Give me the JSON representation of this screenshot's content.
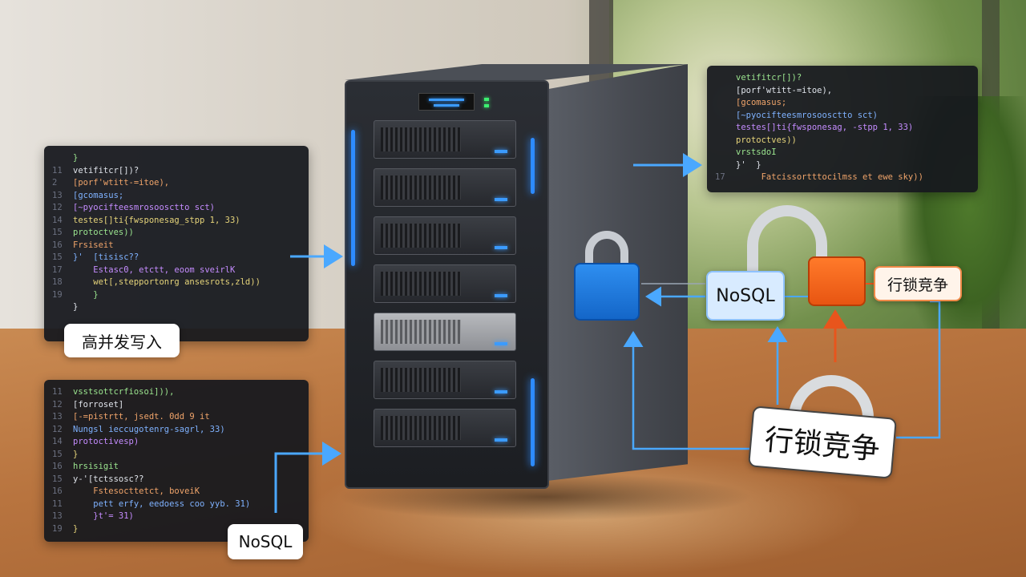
{
  "labels": {
    "high_concurrency": "高并发写入",
    "nosql_bottom": "NoSQL",
    "nosql_center": "NoSQL",
    "row_lock_small": "行锁竞争",
    "row_lock_large": "行锁竞争"
  },
  "code_top_right": [
    {
      "ln": "",
      "text": "vetifitcr[])?"
    },
    {
      "ln": "",
      "text": "[porf'wtitt-=itoe),"
    },
    {
      "ln": "",
      "text": "[gcomasus;"
    },
    {
      "ln": "",
      "text": "[~pyocifteesmrosoosctto sct)"
    },
    {
      "ln": "",
      "text": "testes[]ti{fwsponesag, -stpp 1, 33)"
    },
    {
      "ln": "",
      "text": "protoctves))"
    },
    {
      "ln": "",
      "text": "vrstsdoI"
    },
    {
      "ln": "",
      "text": "}'  }"
    },
    {
      "ln": "17",
      "text": "     Fatcissortttocilmss et ewe sky))"
    }
  ],
  "code_left": [
    {
      "ln": "",
      "text": "}"
    },
    {
      "ln": "11",
      "text": "vetifitcr[])?"
    },
    {
      "ln": "2",
      "text": "[porf'wtitt-=itoe),"
    },
    {
      "ln": "13",
      "text": "[gcomasus;"
    },
    {
      "ln": "12",
      "text": "[~pyocifteesmrosoosctto sct)"
    },
    {
      "ln": "14",
      "text": "testes[]ti{fwsponesag_stpp 1, 33)"
    },
    {
      "ln": "15",
      "text": "protoctves))"
    },
    {
      "ln": "",
      "text": ""
    },
    {
      "ln": "16",
      "text": "Frsiseit"
    },
    {
      "ln": "15",
      "text": "}'  [tisisc??"
    },
    {
      "ln": "17",
      "text": "    Estasc0, etctt, eoom sveirlK"
    },
    {
      "ln": "18",
      "text": "    wet[,stepportonrg ansesrots,zld))"
    },
    {
      "ln": "19",
      "text": "    }"
    },
    {
      "ln": "",
      "text": "}"
    }
  ],
  "code_bottom": [
    {
      "ln": "11",
      "text": "vsstsottcrfiosoi])),"
    },
    {
      "ln": "12",
      "text": "[forroset]"
    },
    {
      "ln": "13",
      "text": "[-=pistrtt, jsedt. 0dd 9 it"
    },
    {
      "ln": "12",
      "text": "Nungsl ieccugotenrg-sagrl, 33)"
    },
    {
      "ln": "14",
      "text": "protoctivesp)"
    },
    {
      "ln": "15",
      "text": "}"
    },
    {
      "ln": "16",
      "text": "hrsisigit"
    },
    {
      "ln": "15",
      "text": "y-'[tctssosc??"
    },
    {
      "ln": "16",
      "text": "    Fstesocttetct, boveiK"
    },
    {
      "ln": "11",
      "text": "    pett erfy, eedoess coo yyb. 31)"
    },
    {
      "ln": "13",
      "text": "    }t'= 31)"
    },
    {
      "ln": "19",
      "text": "}"
    }
  ],
  "colors": {
    "accent_blue": "#2d8bff",
    "lock_blue": "#1f7ae0",
    "lock_orange": "#f0661e",
    "arrow_orange": "#e8551c",
    "arrow_blue": "#4aa8ff"
  },
  "icons": [
    "lock-icon-blue",
    "lock-icon-orange",
    "lock-icon-grey"
  ]
}
